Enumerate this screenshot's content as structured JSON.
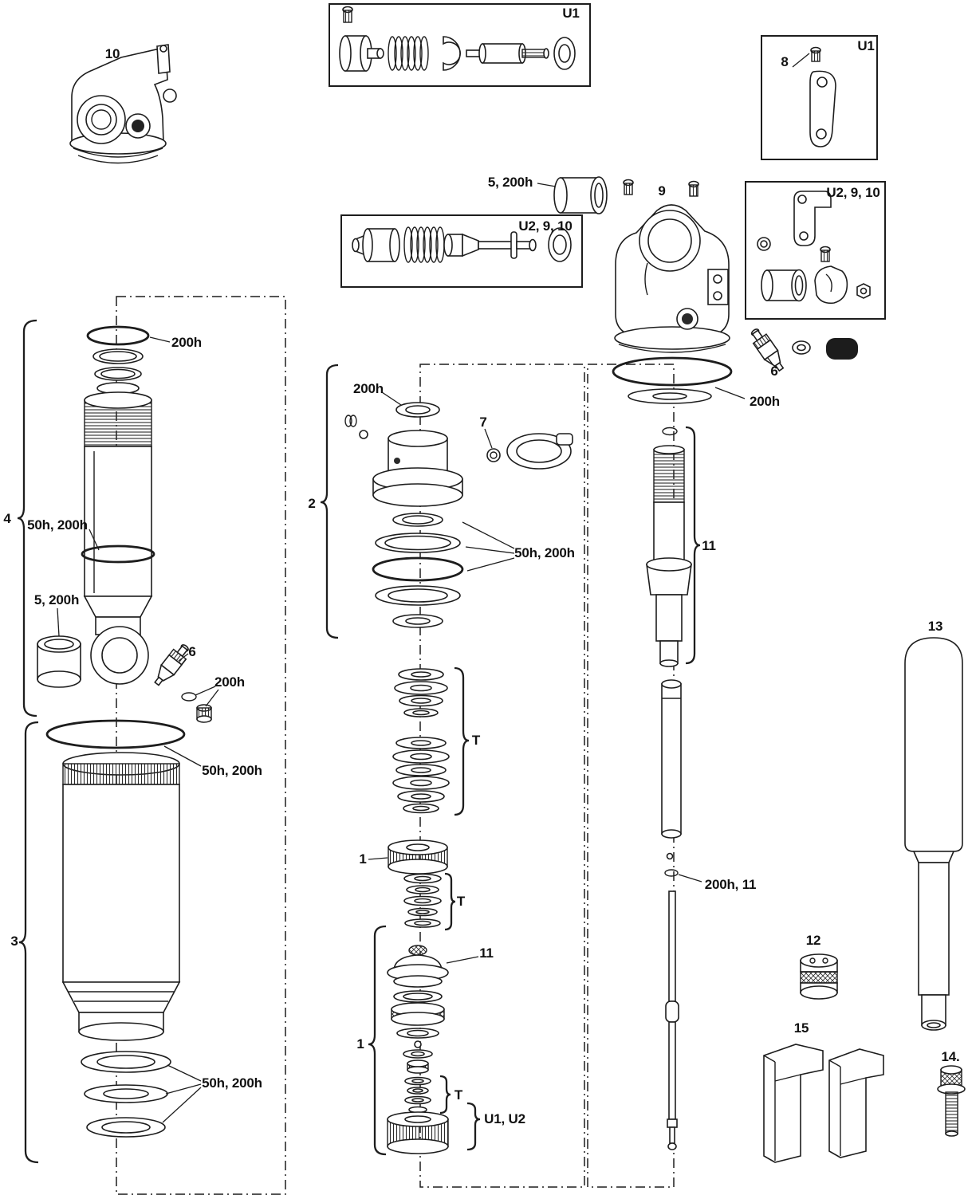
{
  "colors": {
    "ink": "#1d1d1d",
    "background": "#ffffff"
  },
  "strings": {
    "p1": "1",
    "p2": "2",
    "p3": "3",
    "p4": "4",
    "p6": "6",
    "p7": "7",
    "p8": "8",
    "p9": "9",
    "p10": "10",
    "p11": "11",
    "p12": "12",
    "p13": "13",
    "p14": "14.",
    "p15": "15",
    "u1": "U1",
    "u2_9_10": "U2, 9, 10",
    "u1_u2": "U1, U2",
    "t": "T",
    "h200": "200h",
    "h50_200": "50h, 200h",
    "h5_200": "5, 200h",
    "h200_11": "200h, 11"
  }
}
